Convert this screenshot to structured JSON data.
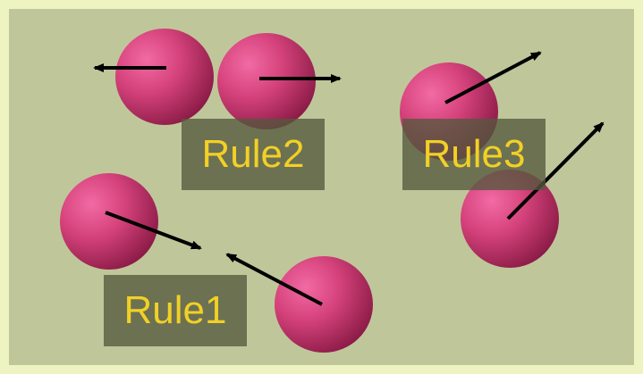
{
  "background": {
    "outer": "#eef3c2",
    "inner": "#bfc79a"
  },
  "ball_color": {
    "highlight": "#f26aa4",
    "mid": "#d6437c",
    "shadow": "#8b1b47"
  },
  "arrow_color": "#000000",
  "label_style": {
    "text_color": "#f2d025",
    "box_color": "#55583e"
  },
  "rules": [
    {
      "label": "Rule1"
    },
    {
      "label": "Rule2"
    },
    {
      "label": "Rule3"
    }
  ]
}
